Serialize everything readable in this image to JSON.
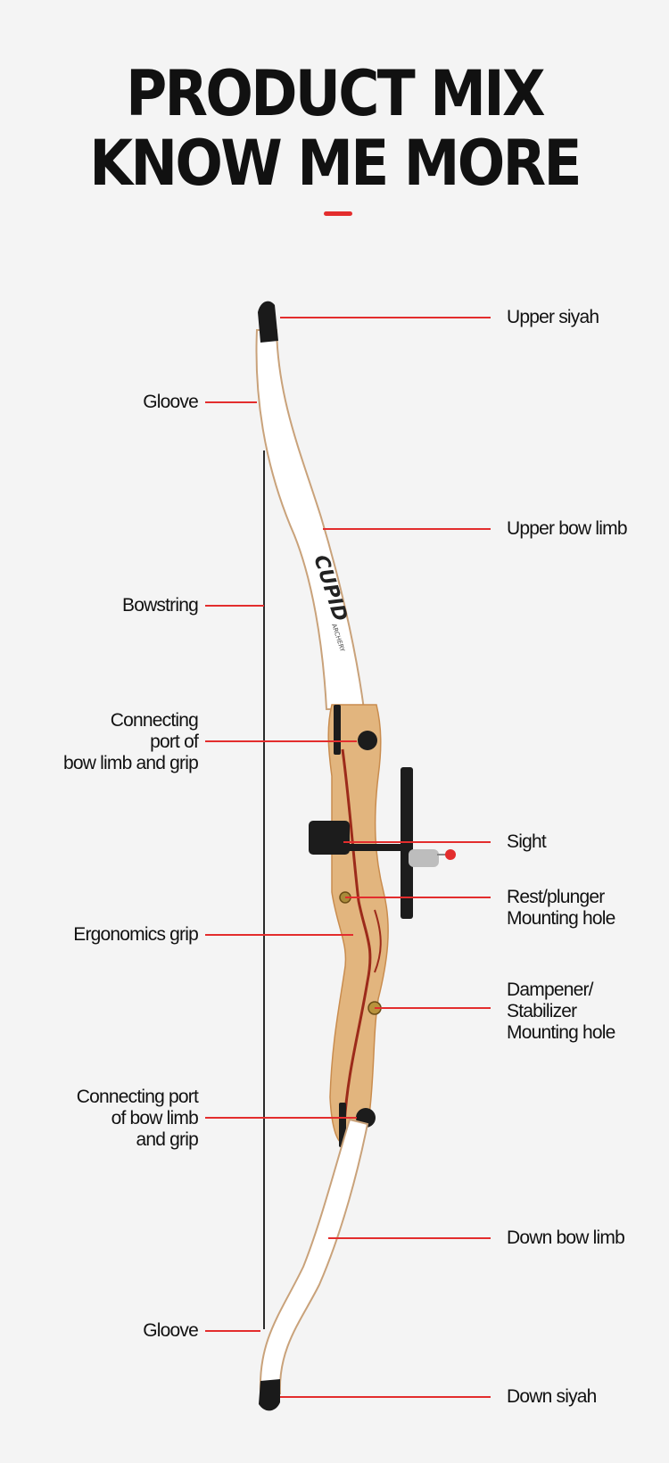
{
  "title": {
    "line1": "PRODUCT MIX",
    "line2": "KNOW ME MORE"
  },
  "colors": {
    "accent": "#e32d2d",
    "leader": "#e32d2d",
    "limb": "#ffffff",
    "limb_edge": "#c9a27a",
    "riser_wood": "#e2b57e",
    "riser_dark": "#c98c4e",
    "inlay": "#9c2a1a",
    "tip": "#1a1a1a",
    "string": "#2a2a2a",
    "hardware": "#1c1c1c"
  },
  "limb_logo": {
    "brand": "CUPID",
    "sub": "ARCHERY"
  },
  "labels": {
    "upper_siyah": [
      "Upper siyah"
    ],
    "gloove_top": [
      "Gloove"
    ],
    "upper_bow_limb": [
      "Upper bow limb"
    ],
    "bowstring": [
      "Bowstring"
    ],
    "connecting_top": [
      "Connecting",
      "port of",
      "bow limb and grip"
    ],
    "sight": [
      "Sight"
    ],
    "rest_plunger": [
      "Rest/plunger",
      "Mounting hole"
    ],
    "ergonomics_grip": [
      "Ergonomics grip"
    ],
    "dampener": [
      "Dampener/",
      "Stabilizer",
      "Mounting hole"
    ],
    "connecting_bottom": [
      "Connecting port",
      "of bow limb",
      "and grip"
    ],
    "down_bow_limb": [
      "Down bow limb"
    ],
    "gloove_bottom": [
      "Gloove"
    ],
    "down_siyah": [
      "Down siyah"
    ]
  }
}
